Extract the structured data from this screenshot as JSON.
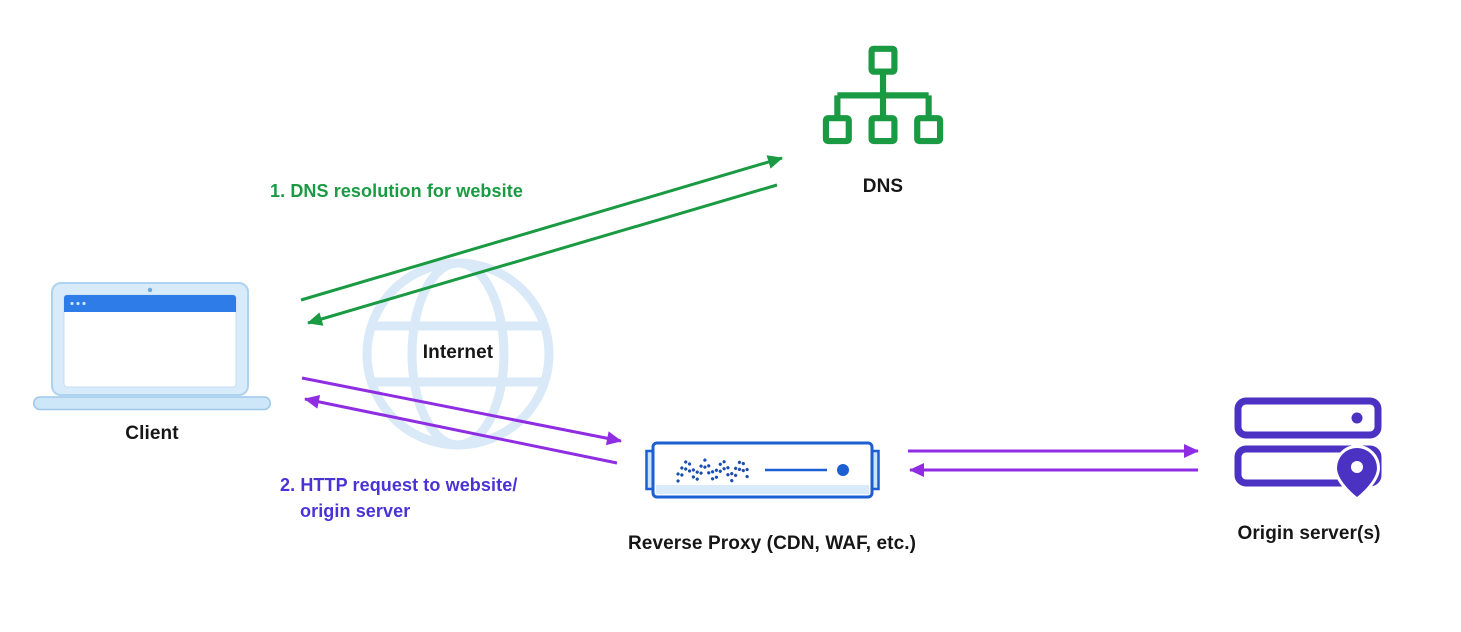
{
  "nodes": {
    "client": {
      "label": "Client"
    },
    "internet": {
      "label": "Internet"
    },
    "dns": {
      "label": "DNS"
    },
    "reverse_proxy": {
      "label": "Reverse Proxy (CDN, WAF, etc.)"
    },
    "origin": {
      "label": "Origin server(s)"
    }
  },
  "flows": {
    "dns_resolution": {
      "label": "1. DNS resolution for website",
      "from": "client",
      "to": "dns",
      "bidirectional": true,
      "color": "#1a9b43"
    },
    "http_request": {
      "label_line1": "2. HTTP request to website/",
      "label_line2": "origin server",
      "from": "client",
      "to": "reverse_proxy",
      "bidirectional": true,
      "color": "#8e2de2"
    },
    "proxy_to_origin": {
      "from": "reverse_proxy",
      "to": "origin",
      "bidirectional": true,
      "color": "#8e2de2"
    }
  },
  "colors": {
    "flow_green": "#1a9b43",
    "flow_purple": "#8e2de2",
    "http_label_text": "#4a33d6",
    "proxy_blue": "#1b5fd2",
    "origin_purple": "#4b32c3",
    "laptop_header_blue": "#2e7ce8",
    "light_blue_fill": "#d7ebfa",
    "label_text": "#161616"
  }
}
